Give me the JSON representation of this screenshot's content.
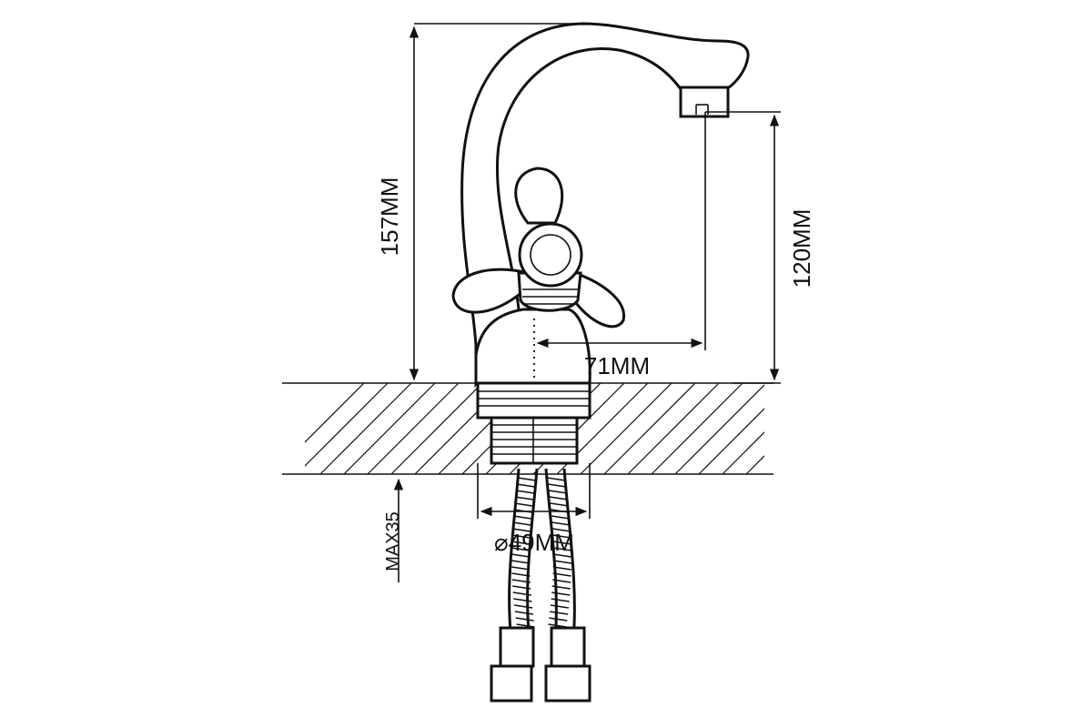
{
  "dimensions": {
    "total_height": "157MM",
    "spout_height": "120MM",
    "spout_reach": "71MM",
    "base_diameter": "⌀49MM",
    "max_counter_thickness": "MAX35"
  },
  "colors": {
    "line": "#111111",
    "background": "#ffffff"
  }
}
